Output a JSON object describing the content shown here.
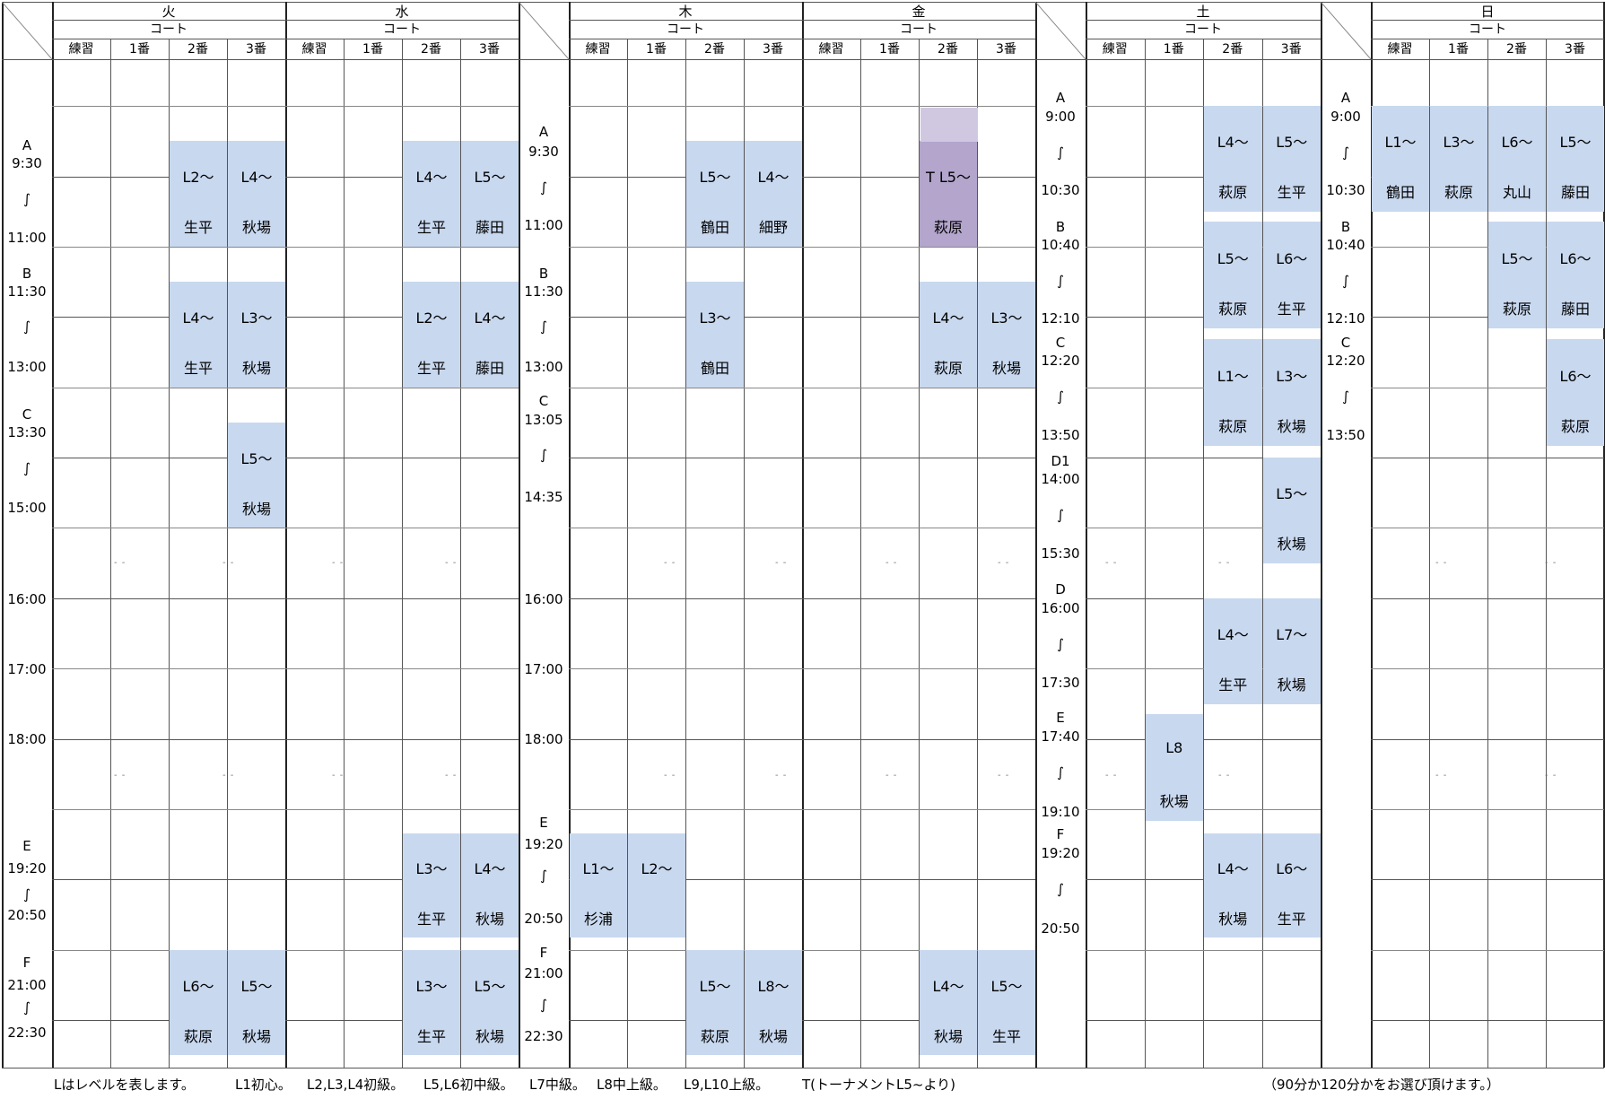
{
  "common": {
    "court": "コート",
    "cols": [
      "練習",
      "1番",
      "2番",
      "3番"
    ]
  },
  "days": [
    "火",
    "水",
    "木",
    "金",
    "土",
    "日"
  ],
  "time_columns": {
    "tue": [
      {
        "code": "A",
        "start": "9:30",
        "end": "11:00"
      },
      {
        "code": "B",
        "start": "11:30",
        "end": "13:00"
      },
      {
        "code": "C",
        "start": "13:30",
        "end": "15:00"
      },
      {
        "code": "",
        "start": "",
        "end": "16:00"
      },
      {
        "code": "",
        "start": "",
        "end": "17:00"
      },
      {
        "code": "",
        "start": "",
        "end": "18:00"
      },
      {
        "code": "E",
        "start": "19:20",
        "end": "20:50"
      },
      {
        "code": "F",
        "start": "21:00",
        "end": "22:30"
      }
    ],
    "thu": [
      {
        "code": "A",
        "start": "9:30",
        "end": "11:00"
      },
      {
        "code": "B",
        "start": "11:30",
        "end": "13:00"
      },
      {
        "code": "C",
        "start": "13:05",
        "end": "14:35"
      },
      {
        "code": "",
        "start": "",
        "end": "16:00"
      },
      {
        "code": "",
        "start": "",
        "end": "17:00"
      },
      {
        "code": "",
        "start": "",
        "end": "18:00"
      },
      {
        "code": "E",
        "start": "19:20",
        "end": "20:50"
      },
      {
        "code": "F",
        "start": "21:00",
        "end": "22:30"
      }
    ],
    "sat": [
      {
        "code": "A",
        "start": "9:00",
        "end": "10:30"
      },
      {
        "code": "B",
        "start": "10:40",
        "end": "12:10"
      },
      {
        "code": "C",
        "start": "12:20",
        "end": "13:50"
      },
      {
        "code": "D1",
        "start": "14:00",
        "end": "15:30"
      },
      {
        "code": "D",
        "start": "16:00",
        "end": "17:30"
      },
      {
        "code": "E",
        "start": "17:40",
        "end": "19:10"
      },
      {
        "code": "F",
        "start": "19:20",
        "end": "20:50"
      }
    ],
    "sun": [
      {
        "code": "A",
        "start": "9:00",
        "end": "10:30"
      },
      {
        "code": "B",
        "start": "10:40",
        "end": "12:10"
      },
      {
        "code": "C",
        "start": "12:20",
        "end": "13:50"
      }
    ]
  },
  "slots": [
    {
      "day": 0,
      "col": 2,
      "level": "L2～",
      "instructor": "生平"
    },
    {
      "day": 0,
      "col": 3,
      "level": "L4～",
      "instructor": "秋場"
    },
    {
      "day": 0,
      "col": 2,
      "level": "L4～",
      "instructor": "生平"
    },
    {
      "day": 0,
      "col": 3,
      "level": "L3～",
      "instructor": "秋場"
    },
    {
      "day": 0,
      "col": 3,
      "level": "L5～",
      "instructor": "秋場"
    },
    {
      "day": 0,
      "col": 2,
      "level": "L6～",
      "instructor": "萩原"
    },
    {
      "day": 0,
      "col": 3,
      "level": "L5～",
      "instructor": "秋場"
    },
    {
      "day": 1,
      "col": 2,
      "level": "L4～",
      "instructor": "生平"
    },
    {
      "day": 1,
      "col": 3,
      "level": "L5～",
      "instructor": "藤田"
    },
    {
      "day": 1,
      "col": 2,
      "level": "L2～",
      "instructor": "生平"
    },
    {
      "day": 1,
      "col": 3,
      "level": "L4～",
      "instructor": "藤田"
    },
    {
      "day": 1,
      "col": 2,
      "level": "L3～",
      "instructor": "生平"
    },
    {
      "day": 1,
      "col": 3,
      "level": "L4～",
      "instructor": "秋場"
    },
    {
      "day": 1,
      "col": 2,
      "level": "L3～",
      "instructor": "生平"
    },
    {
      "day": 1,
      "col": 3,
      "level": "L5～",
      "instructor": "秋場"
    },
    {
      "day": 2,
      "col": 2,
      "level": "L5～",
      "instructor": "鶴田"
    },
    {
      "day": 2,
      "col": 3,
      "level": "L4～",
      "instructor": "細野"
    },
    {
      "day": 2,
      "col": 2,
      "level": "L3～",
      "instructor": "鶴田"
    },
    {
      "day": 2,
      "col": 0,
      "level": "L1～",
      "instructor": "杉浦"
    },
    {
      "day": 2,
      "col": 1,
      "level": "L2～",
      "instructor": ""
    },
    {
      "day": 2,
      "col": 2,
      "level": "L5～",
      "instructor": "萩原"
    },
    {
      "day": 2,
      "col": 3,
      "level": "L8～",
      "instructor": "秋場"
    },
    {
      "day": 3,
      "col": 2,
      "level": "T L5～",
      "instructor": "萩原"
    },
    {
      "day": 3,
      "col": 2,
      "level": "L4～",
      "instructor": "萩原"
    },
    {
      "day": 3,
      "col": 3,
      "level": "L3～",
      "instructor": "秋場"
    },
    {
      "day": 3,
      "col": 2,
      "level": "L4～",
      "instructor": "秋場"
    },
    {
      "day": 3,
      "col": 3,
      "level": "L5～",
      "instructor": "生平"
    },
    {
      "day": 4,
      "col": 2,
      "level": "L4～",
      "instructor": "萩原"
    },
    {
      "day": 4,
      "col": 3,
      "level": "L5～",
      "instructor": "生平"
    },
    {
      "day": 4,
      "col": 2,
      "level": "L5～",
      "instructor": "萩原"
    },
    {
      "day": 4,
      "col": 3,
      "level": "L6～",
      "instructor": "生平"
    },
    {
      "day": 4,
      "col": 2,
      "level": "L1～",
      "instructor": "萩原"
    },
    {
      "day": 4,
      "col": 3,
      "level": "L3～",
      "instructor": "秋場"
    },
    {
      "day": 4,
      "col": 3,
      "level": "L5～",
      "instructor": "秋場"
    },
    {
      "day": 4,
      "col": 2,
      "level": "L4～",
      "instructor": "生平"
    },
    {
      "day": 4,
      "col": 3,
      "level": "L7～",
      "instructor": "秋場"
    },
    {
      "day": 4,
      "col": 1,
      "level": "L8",
      "instructor": "秋場"
    },
    {
      "day": 4,
      "col": 2,
      "level": "L4～",
      "instructor": "秋場"
    },
    {
      "day": 4,
      "col": 3,
      "level": "L6～",
      "instructor": "生平"
    },
    {
      "day": 5,
      "col": 0,
      "level": "L1～",
      "instructor": "鶴田"
    },
    {
      "day": 5,
      "col": 1,
      "level": "L3～",
      "instructor": "萩原"
    },
    {
      "day": 5,
      "col": 2,
      "level": "L6～",
      "instructor": "丸山"
    },
    {
      "day": 5,
      "col": 3,
      "level": "L5～",
      "instructor": "藤田"
    },
    {
      "day": 5,
      "col": 2,
      "level": "L5～",
      "instructor": "萩原"
    },
    {
      "day": 5,
      "col": 3,
      "level": "L6～",
      "instructor": "藤田"
    },
    {
      "day": 5,
      "col": 3,
      "level": "L6～",
      "instructor": "萩原"
    }
  ],
  "colors": {
    "slot": "#c8d8ef",
    "tournament": "#b3a5cc",
    "tournament_top": "#d0c8e0"
  },
  "footer": {
    "notes": [
      "Lはレベルを表します。",
      "L1初心。",
      "L2,L3,L4初級。",
      "L5,L6初中級。",
      "L7中級。",
      "L8中上級。",
      "L9,L10上級。",
      "T(トーナメントL5~より)"
    ],
    "right": "（90分か120分かをお選び頂けます。）"
  }
}
